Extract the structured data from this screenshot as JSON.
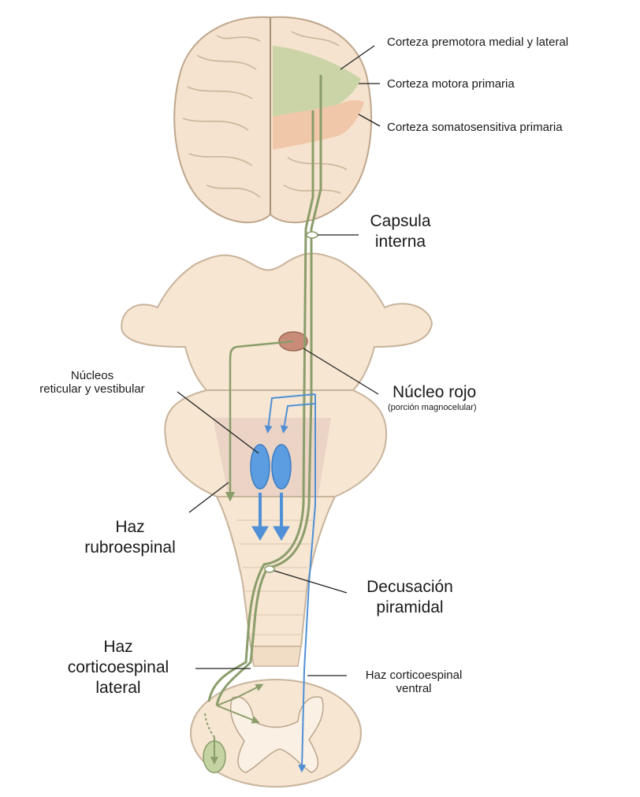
{
  "labels": {
    "premotor": "Corteza premotora medial y lateral",
    "motor": "Corteza motora primaria",
    "somato": "Corteza somatosensitiva primaria",
    "capsula_1": "Capsula",
    "capsula_2": "interna",
    "nucleos_1": "Núcleos",
    "nucleos_2": "reticular y vestibular",
    "rojo": "Núcleo rojo",
    "rojo_sub": "(porción magnocelular)",
    "rubro_1": "Haz",
    "rubro_2": "rubroespinal",
    "decus_1": "Decusación",
    "decus_2": "piramidal",
    "lateral_1": "Haz",
    "lateral_2": "corticoespinal",
    "lateral_3": "lateral",
    "ventral_1": "Haz corticoespinal",
    "ventral_2": "ventral"
  },
  "colors": {
    "tissue": "#f6e6d2",
    "tissue_edge": "#c9b49c",
    "motor_area": "#c5d2a2",
    "somato_area": "#efc3a3",
    "tract_green": "#8a9d6a",
    "tract_blue": "#4f8fd6",
    "nucleus_blue": "#5b9de0",
    "red_nucleus": "#c98c78"
  }
}
